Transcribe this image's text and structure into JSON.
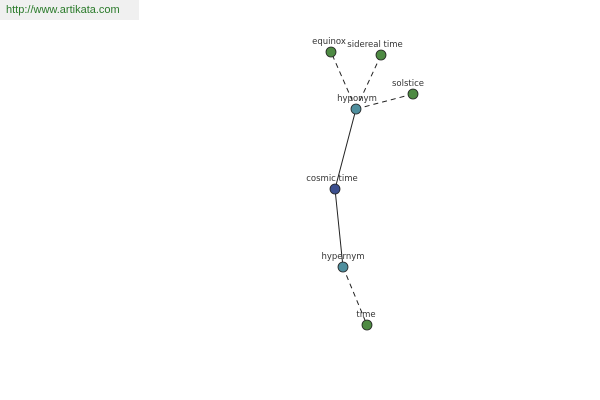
{
  "source_link": "http://www.artikata.com",
  "colors": {
    "leaf_node": "#4e8a43",
    "relation_node": "#4f8f9e",
    "root_node": "#3c4f8e",
    "edge": "#222222",
    "label": "#333333",
    "link": "#2a7a2a"
  },
  "nodes": {
    "equinox": "equinox",
    "sidereal_time": "sidereal time",
    "solstice": "solstice",
    "hyponym": "hyponym",
    "cosmic_time": "cosmic time",
    "hypernym": "hypernym",
    "time": "time"
  }
}
